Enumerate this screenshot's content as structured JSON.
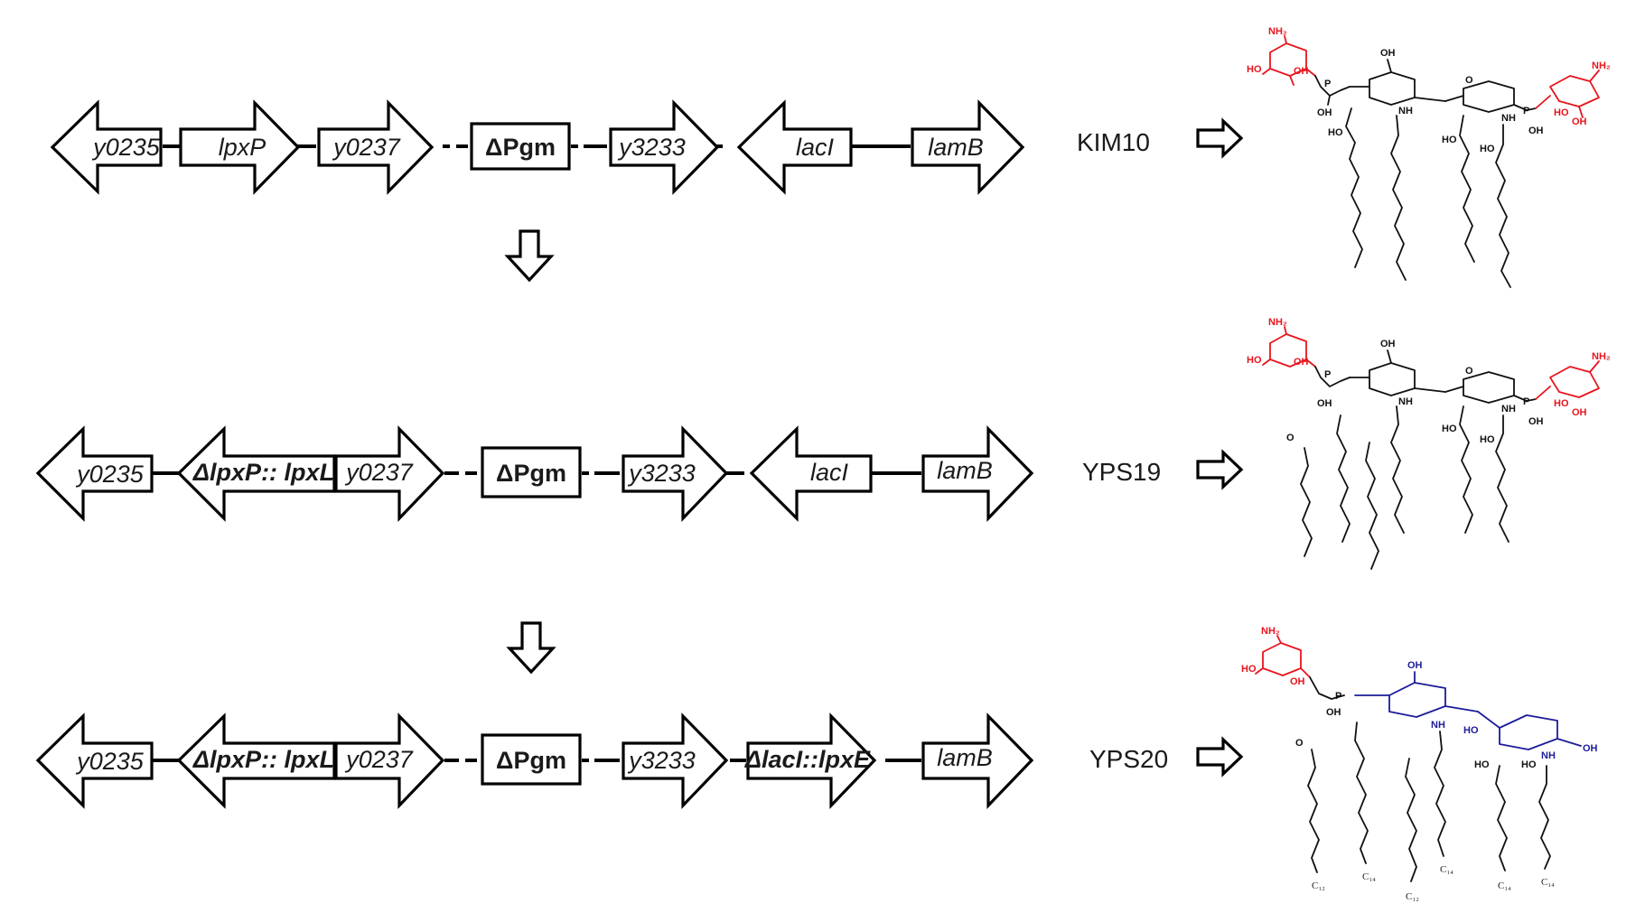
{
  "rows": [
    {
      "genes": {
        "g1": "y0235",
        "g2": "lpxP",
        "g3": "y0237",
        "g4": "ΔPgm",
        "g5": "y3233",
        "g6": "lacI",
        "g7": "lamB"
      },
      "strain": "KIM10"
    },
    {
      "genes": {
        "g1": "y0235",
        "g2": "ΔlpxP:: lpxL",
        "g3": "y0237",
        "g4": "ΔPgm",
        "g5": "y3233",
        "g6": "lacI",
        "g7": "lamB"
      },
      "strain": "YPS19"
    },
    {
      "genes": {
        "g1": "y0235",
        "g2": "ΔlpxP:: lpxL",
        "g3": "y0237",
        "g4": "ΔPgm",
        "g5": "y3233",
        "g6": "ΔlacI::lpxE",
        "g7": "lamB"
      },
      "strain": "YPS20"
    }
  ],
  "lipid_structures": {
    "atoms": {
      "nh2": "NH₂",
      "ho": "HO",
      "oh": "OH",
      "nh": "NH",
      "o": "O",
      "p": "P"
    },
    "chain_labels": [
      "C₁₂",
      "C₁₄",
      "C₁₂",
      "C₁₄",
      "C₁₄",
      "C₁₄"
    ]
  },
  "colors": {
    "sugar_red": "#e8141c",
    "sugar_blue": "#1c1c9a",
    "line": "#000000"
  }
}
